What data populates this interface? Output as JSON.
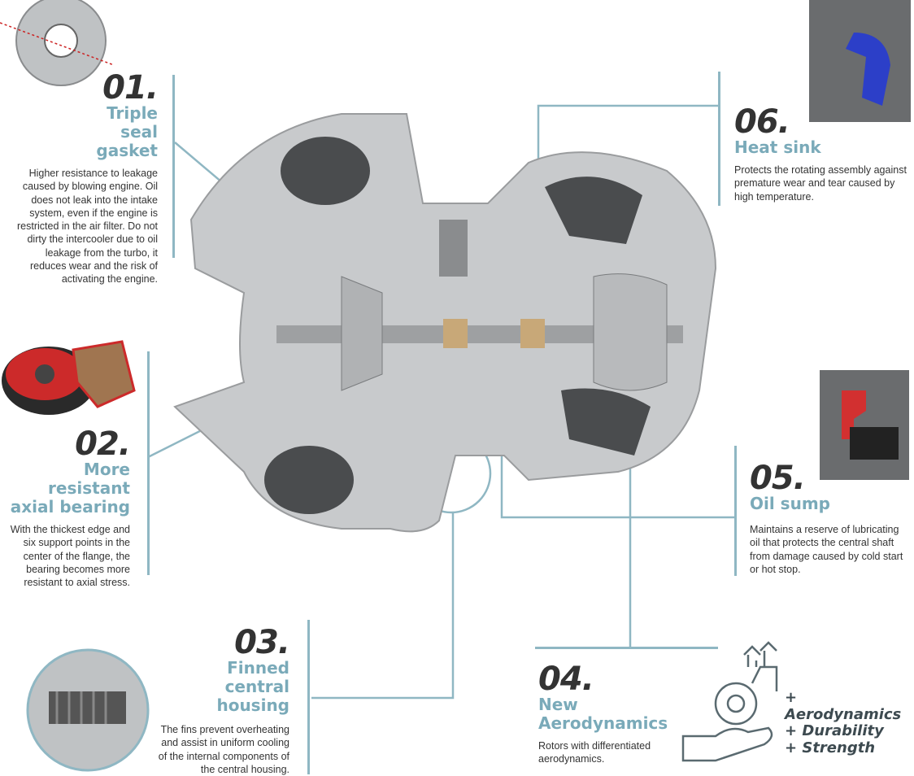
{
  "features": [
    {
      "number": "01.",
      "title": "Triple seal gasket",
      "description": "Higher resistance to leakage caused by blowing engine. Oil does not leak into the intake system, even if the engine is restricted in the air filter. Do not dirty the intercooler due to oil leakage from the turbo, it reduces wear and the risk of activating the engine."
    },
    {
      "number": "02.",
      "title": "More resistant axial bearing",
      "description": "With the thickest edge and six support points in the center of the flange, the bearing becomes more resistant to axial stress."
    },
    {
      "number": "03.",
      "title": "Finned central housing",
      "description": "The fins prevent overheating and assist in uniform cooling of the internal components of the central housing."
    },
    {
      "number": "04.",
      "title": "New Aerodynamics",
      "description": "Rotors with differentiated aerodynamics."
    },
    {
      "number": "05.",
      "title": "Oil sump",
      "description": "Maintains a reserve of lubricating oil that protects the central shaft from damage caused by cold start or hot stop."
    },
    {
      "number": "06.",
      "title": "Heat sink",
      "description": "Protects the rotating assembly against premature wear and tear caused by high temperature."
    }
  ],
  "benefits": [
    "+ Aerodynamics",
    "+ Durability",
    "+ Strength"
  ],
  "colors": {
    "accent": "#7aaab9",
    "line": "#8fb7c3",
    "text": "#333333",
    "icon": "#5a6a70"
  },
  "icons": [
    "turbo-hand-icon"
  ]
}
